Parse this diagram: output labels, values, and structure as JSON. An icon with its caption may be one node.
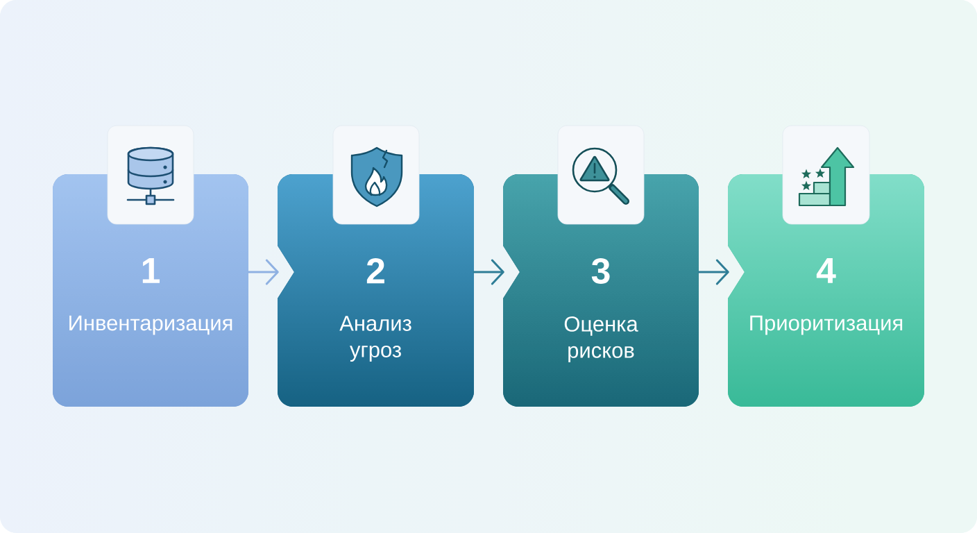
{
  "diagram": {
    "nodes": [
      {
        "text": [
          "1",
          "Инвентаризация"
        ]
      },
      {
        "text": [
          "2",
          "Анализ угроз"
        ]
      },
      {
        "text": [
          "3",
          "Оценка рисков"
        ]
      },
      {
        "text": [
          "4",
          "Приоритизация"
        ]
      }
    ],
    "edges": [
      {
        "from": 0,
        "to": 1,
        "arrow": "to",
        "color": "#8fb1e2"
      },
      {
        "from": 1,
        "to": 2,
        "arrow": "to"
      },
      {
        "from": 2,
        "to": 3,
        "arrow": "to"
      }
    ]
  }
}
